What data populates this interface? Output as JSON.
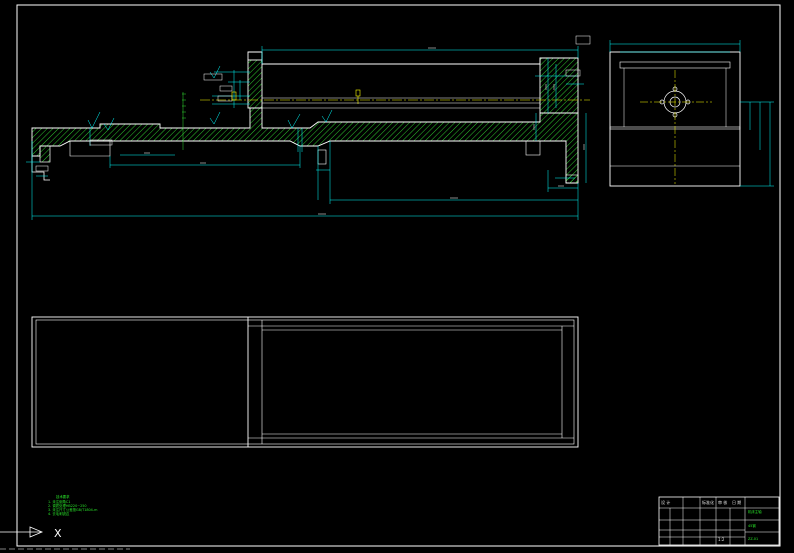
{
  "colors": {
    "background": "#000000",
    "border": "#ffffff",
    "geometry": "#ffffff",
    "dimension": "#00ffff",
    "hatch": "#33dd33",
    "note_text": "#29e629",
    "centerline": "#ffff00",
    "highlight": "#ffff00"
  },
  "icons": {
    "ucs": "ucs-axis-icon",
    "surface_finish": "surface-finish-symbol"
  },
  "technical_notes": {
    "title": "技术要求",
    "lines": [
      "1. 未注倒角C1",
      "2. 调质处理HB220~250",
      "3. 未注尺寸公差按GB/T1804-m",
      "4. 去毛刺锐边"
    ]
  },
  "title_block": {
    "row1": [
      "设 计",
      "标准化",
      "",
      ""
    ],
    "row2": [
      "审 核",
      "日 期",
      "",
      ""
    ],
    "part_name": "机床主轴",
    "material": "45钢",
    "scale": "1:2",
    "drawing_no": "ZZ-01"
  },
  "ucs": {
    "x_label": "X"
  }
}
